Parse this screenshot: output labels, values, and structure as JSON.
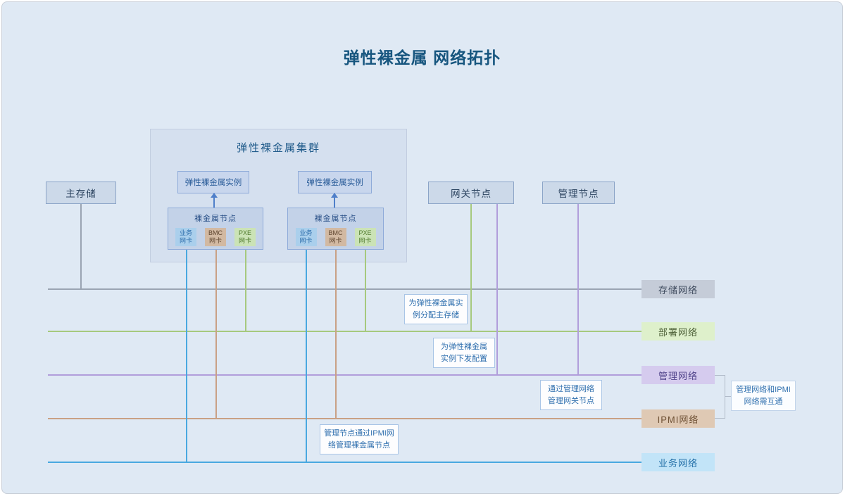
{
  "title": "弹性裸金属 网络拓扑",
  "cluster": {
    "title": "弹性裸金属集群"
  },
  "instances": [
    {
      "label": "弹性裸金属实例"
    },
    {
      "label": "弹性裸金属实例"
    }
  ],
  "nodes": [
    {
      "title": "裸金属节点",
      "nics": [
        {
          "line1": "业务",
          "line2": "网卡"
        },
        {
          "line1": "BMC",
          "line2": "网卡"
        },
        {
          "line1": "PXE",
          "line2": "网卡"
        }
      ]
    },
    {
      "title": "裸金属节点",
      "nics": [
        {
          "line1": "业务",
          "line2": "网卡"
        },
        {
          "line1": "BMC",
          "line2": "网卡"
        },
        {
          "line1": "PXE",
          "line2": "网卡"
        }
      ]
    }
  ],
  "servers": {
    "storage": "主存储",
    "gateway": "网关节点",
    "management": "管理节点"
  },
  "networks": [
    {
      "name": "存储网络",
      "line_color": "#9aa4b2",
      "label_bg": "#c5ccd8"
    },
    {
      "name": "部署网络",
      "line_color": "#a6c97e",
      "label_bg": "#def0cb"
    },
    {
      "name": "管理网络",
      "line_color": "#b19edb",
      "label_bg": "#d5cbee"
    },
    {
      "name": "IPMI网络",
      "line_color": "#c9a185",
      "label_bg": "#dfc9b4"
    },
    {
      "name": "业务网络",
      "line_color": "#49a8e0",
      "label_bg": "#c2e4f8"
    }
  ],
  "annotations": [
    {
      "text": "为弹性裸金属实例分配主存储"
    },
    {
      "text": "为弹性裸金属实例下发配置"
    },
    {
      "text": "通过管理网络管理网关节点"
    },
    {
      "text": "管理节点通过IPMI网络管理裸金属节点"
    }
  ],
  "note": {
    "text": "管理网络和IPMI网络需互通"
  }
}
